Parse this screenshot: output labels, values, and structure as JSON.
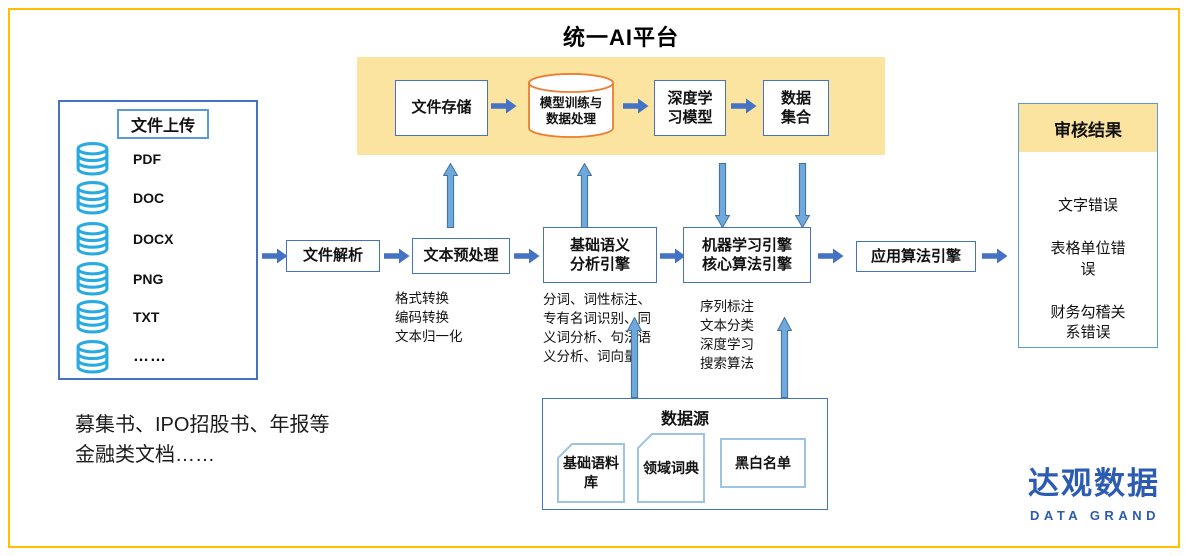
{
  "title": "统一AI平台",
  "colors": {
    "frame_gold": "#FFC000",
    "platform_bg": "#FBE3A0",
    "box_border_blue": "#4472C4",
    "light_blue_border": "#5B9BD5",
    "card_border_light": "#9DC3E6",
    "cylinder_orange": "#ED7D31",
    "db_icon_blue": "#29ABE2",
    "arrow_solid_blue": "#4472C4",
    "arrow_fill_light": "#6FA8DC",
    "logo_blue": "#2B5CB2"
  },
  "platform": {
    "file_storage": "文件存储",
    "model_training": "模型训练与\n数据处理",
    "dl_model": "深度学\n习模型",
    "data_collection": "数据\n集合"
  },
  "upload": {
    "title": "文件上传",
    "items": [
      "PDF",
      "DOC",
      "DOCX",
      "PNG",
      "TXT",
      "……"
    ]
  },
  "pipeline": {
    "parse": "文件解析",
    "preprocess": "文本预处理",
    "preprocess_note": "格式转换\n编码转换\n文本归一化",
    "semantic": "基础语义\n分析引擎",
    "semantic_note": "分词、词性标注、专有名词识别、同义词分析、句法语义分析、词向量",
    "ml": "机器学习引擎\n核心算法引擎",
    "ml_note": "序列标注\n文本分类\n深度学习\n搜索算法",
    "applied": "应用算法引擎"
  },
  "results": {
    "title": "审核结果",
    "items": [
      "文字错误",
      "表格单位错误",
      "财务勾稽关系错误"
    ]
  },
  "datasource": {
    "title": "数据源",
    "items": [
      "基础语料库",
      "领域词典",
      "黑白名单"
    ]
  },
  "caption": "募集书、IPO招股书、年报等\n金融类文档……",
  "logo": {
    "cn": "达观数据",
    "en": "DATA GRAND"
  }
}
